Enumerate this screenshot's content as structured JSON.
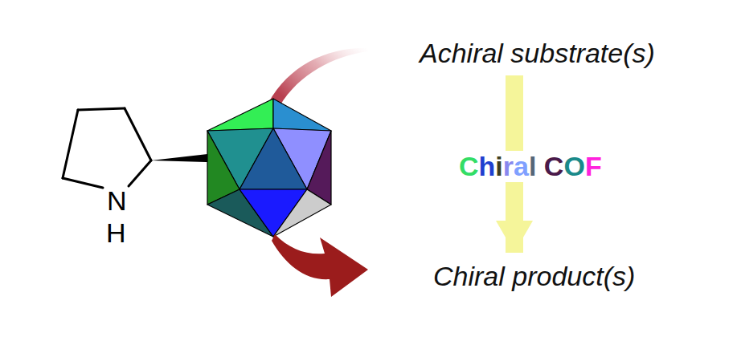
{
  "diagram": {
    "nodes": [
      {
        "text": [
          "Achiral substrate(s)"
        ]
      },
      {
        "text": [
          "Chiral product(s)"
        ]
      }
    ],
    "edges": [
      {
        "from": 0,
        "to": 1,
        "arrow": "to",
        "label": "Chiral COF"
      }
    ],
    "labels": [
      "N",
      "H"
    ]
  }
}
